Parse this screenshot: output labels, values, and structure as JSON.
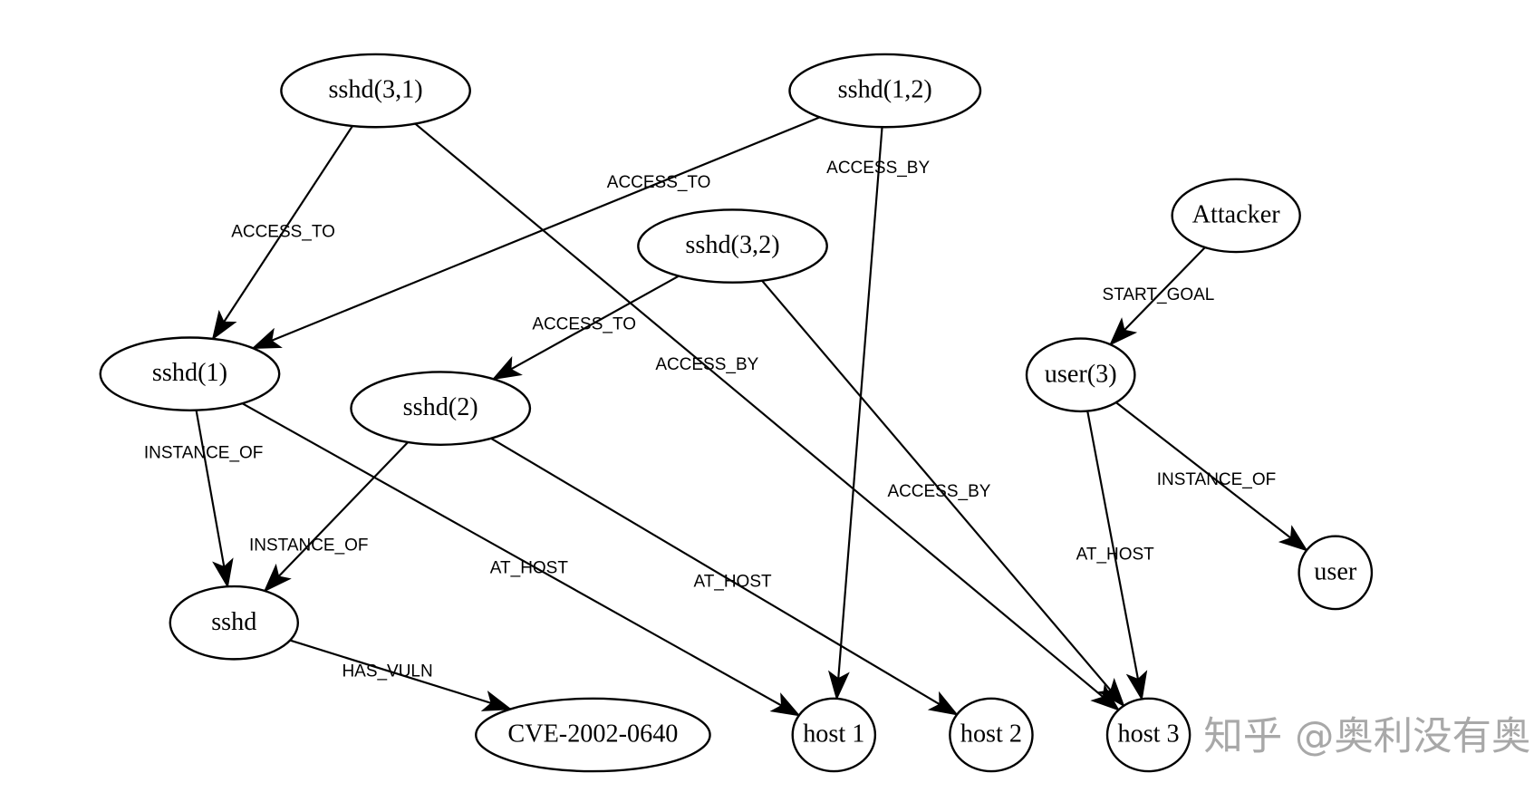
{
  "nodes": [
    {
      "id": "sshd31",
      "label": "sshd(3,1)"
    },
    {
      "id": "sshd12",
      "label": "sshd(1,2)"
    },
    {
      "id": "sshd32",
      "label": "sshd(3,2)"
    },
    {
      "id": "attacker",
      "label": "Attacker"
    },
    {
      "id": "sshd1",
      "label": "sshd(1)"
    },
    {
      "id": "sshd2",
      "label": "sshd(2)"
    },
    {
      "id": "user3",
      "label": "user(3)"
    },
    {
      "id": "user",
      "label": "user"
    },
    {
      "id": "sshd",
      "label": "sshd"
    },
    {
      "id": "cve",
      "label": "CVE-2002-0640"
    },
    {
      "id": "host1",
      "label": "host 1"
    },
    {
      "id": "host2",
      "label": "host 2"
    },
    {
      "id": "host3",
      "label": "host 3"
    }
  ],
  "edges": [
    {
      "from": "sshd31",
      "to": "sshd1",
      "label": "ACCESS_TO"
    },
    {
      "from": "sshd31",
      "to": "host3",
      "label": "ACCESS_BY"
    },
    {
      "from": "sshd12",
      "to": "sshd1",
      "label": "ACCESS_TO"
    },
    {
      "from": "sshd12",
      "to": "host1",
      "label": "ACCESS_BY"
    },
    {
      "from": "sshd32",
      "to": "sshd2",
      "label": "ACCESS_TO"
    },
    {
      "from": "sshd32",
      "to": "host3",
      "label": "ACCESS_BY"
    },
    {
      "from": "attacker",
      "to": "user3",
      "label": "START_GOAL"
    },
    {
      "from": "sshd1",
      "to": "sshd",
      "label": "INSTANCE_OF"
    },
    {
      "from": "sshd1",
      "to": "host1",
      "label": "AT_HOST"
    },
    {
      "from": "sshd2",
      "to": "sshd",
      "label": "INSTANCE_OF"
    },
    {
      "from": "sshd2",
      "to": "host2",
      "label": "AT_HOST"
    },
    {
      "from": "user3",
      "to": "user",
      "label": "INSTANCE_OF"
    },
    {
      "from": "user3",
      "to": "host3",
      "label": "AT_HOST"
    },
    {
      "from": "sshd",
      "to": "cve",
      "label": "HAS_VULN"
    }
  ],
  "watermark": "知乎 @奥利没有奥"
}
